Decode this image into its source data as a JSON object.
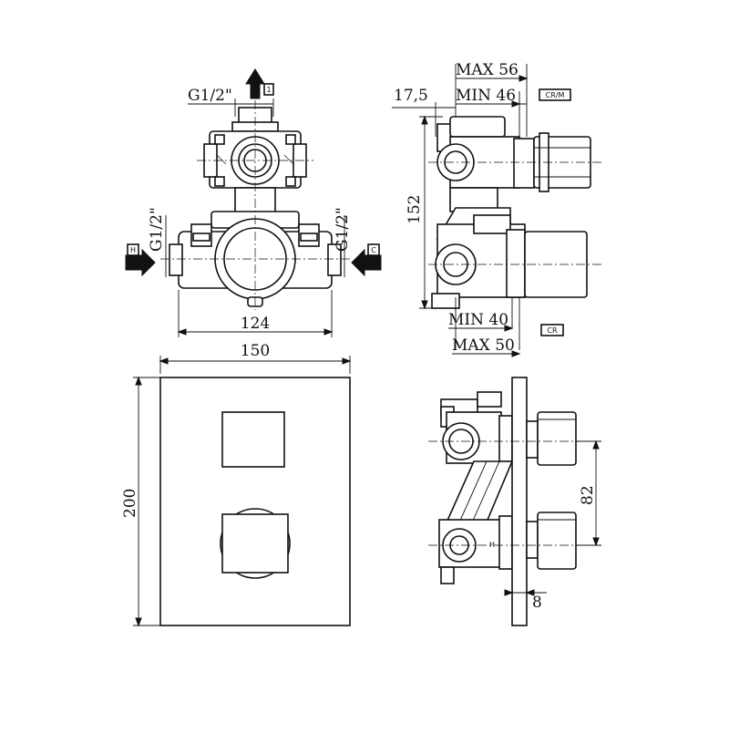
{
  "dimensions": {
    "top_inlet": "G1/2\"",
    "left_inlet": "G1/2\"",
    "right_inlet": "G1/2\"",
    "body_width": "124",
    "plate_width": "150",
    "plate_height": "200",
    "body_height": "152",
    "offset": "17,5",
    "max_upper": "MAX 56",
    "min_upper": "MIN 46",
    "min_lower": "MIN 40",
    "max_lower": "MAX 50",
    "handle_spacing": "82",
    "plate_thickness": "8"
  },
  "tags": {
    "outlet": "1",
    "hot": "H",
    "cold": "C",
    "cr_m": "CR/M",
    "cr": "CR",
    "side_mark": "H"
  }
}
